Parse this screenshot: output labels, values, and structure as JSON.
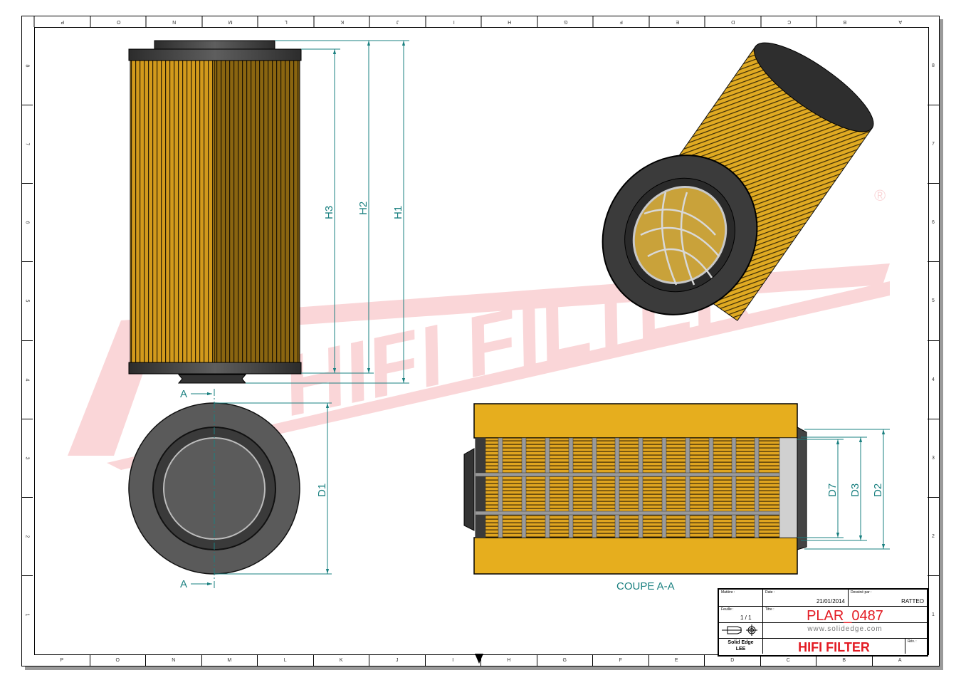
{
  "drawing": {
    "title": "PLAR_0487",
    "brand": "HIFI FILTER",
    "watermark": "HIFI FILTER",
    "watermark_mark": "®",
    "section_label": "COUPE A-A",
    "section_marker": "A",
    "colors": {
      "dimension": "#1a8080",
      "brand_red": "#e31b23",
      "filter_media": "#d9a020",
      "seal": "#4a4a4a",
      "section_media": "#e6ae1e"
    }
  },
  "zones": {
    "columns_top": [
      "P",
      "O",
      "N",
      "M",
      "L",
      "K",
      "J",
      "I",
      "H",
      "G",
      "F",
      "E",
      "D",
      "C",
      "B",
      "A"
    ],
    "columns_bottom": [
      "P",
      "O",
      "N",
      "M",
      "L",
      "K",
      "J",
      "I",
      "H",
      "G",
      "F",
      "E",
      "D",
      "C",
      "B",
      "A"
    ],
    "rows_left": [
      "8",
      "7",
      "6",
      "5",
      "4",
      "3",
      "2",
      "1"
    ],
    "rows_right": [
      "8",
      "7",
      "6",
      "5",
      "4",
      "3",
      "2",
      "1"
    ]
  },
  "dimensions": {
    "heights": [
      "H3",
      "H2",
      "H1"
    ],
    "front_diameter": "D1",
    "section_diameters": [
      "D7",
      "D3",
      "D2"
    ]
  },
  "title_block": {
    "material_label": "Matière :",
    "material_value": "",
    "date_label": "Date :",
    "date_value": "21/01/2014",
    "drawn_by_label": "Dessiné par :",
    "drawn_by_value": "RATTEO",
    "sheet_label": "Feuille :",
    "sheet_value": "1 / 1",
    "title_label": "Titre :",
    "title_value": "PLAR_0487",
    "website": "www.solidedge.com",
    "software": "Solid Edge",
    "software_sub": "LEE",
    "brand": "HIFI FILTER",
    "rev_label": "Rév. :",
    "rev_value": ""
  }
}
